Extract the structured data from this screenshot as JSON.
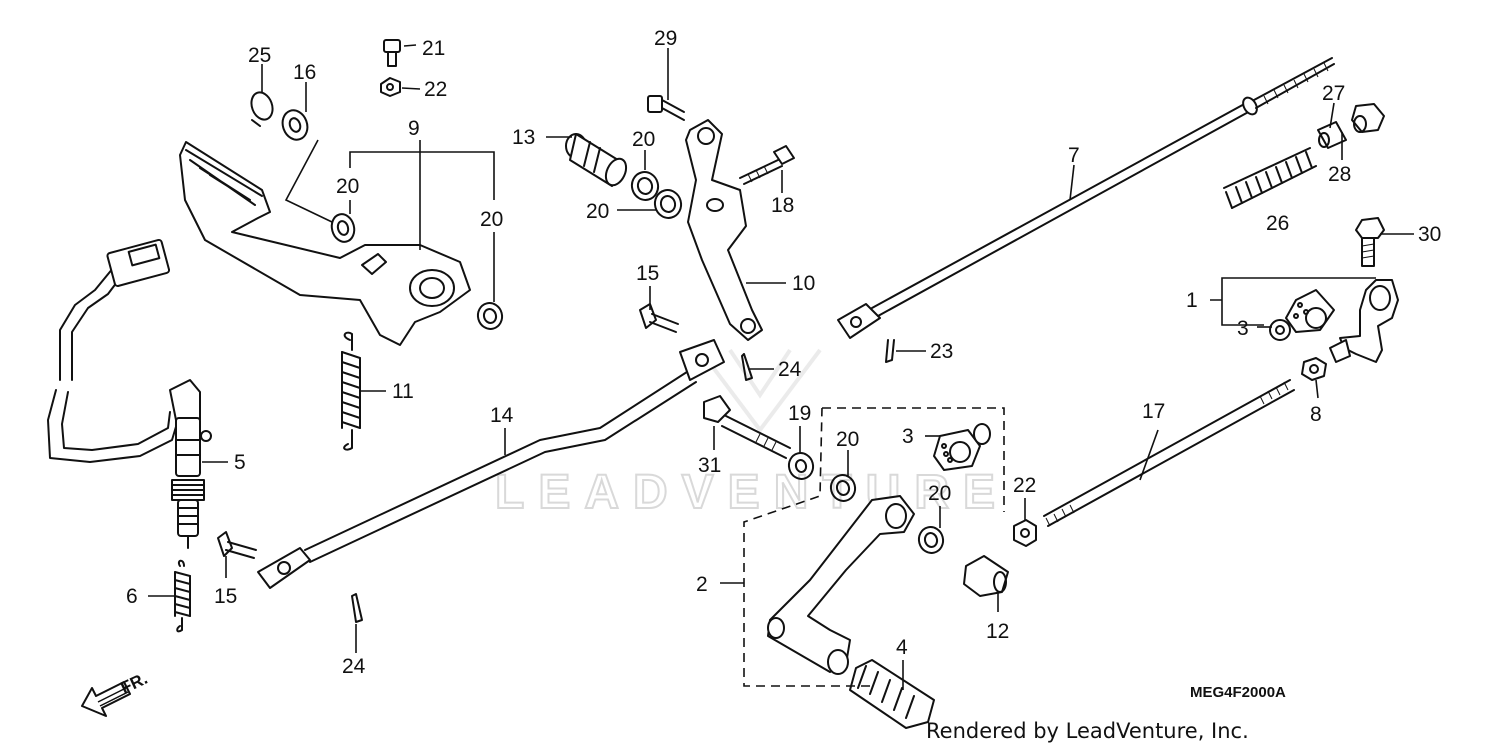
{
  "watermark": "LEADVENTURE",
  "diagram_code": "MEG4F2000A",
  "footer": "Rendered by LeadVenture, Inc.",
  "front_marker": "FR.",
  "callouts": {
    "c1": "1",
    "c2": "2",
    "c3a": "3",
    "c3b": "3",
    "c4": "4",
    "c5": "5",
    "c6": "6",
    "c7": "7",
    "c8": "8",
    "c9": "9",
    "c10": "10",
    "c11": "11",
    "c12": "12",
    "c13": "13",
    "c14": "14",
    "c15a": "15",
    "c15b": "15",
    "c16": "16",
    "c17": "17",
    "c18": "18",
    "c19": "19",
    "c20a": "20",
    "c20b": "20",
    "c20c": "20",
    "c20d": "20",
    "c20e": "20",
    "c20f": "20",
    "c21": "21",
    "c22a": "22",
    "c22b": "22",
    "c23": "23",
    "c24a": "24",
    "c24b": "24",
    "c25": "25",
    "c26": "26",
    "c27": "27",
    "c28": "28",
    "c29": "29",
    "c30": "30",
    "c31": "31"
  }
}
